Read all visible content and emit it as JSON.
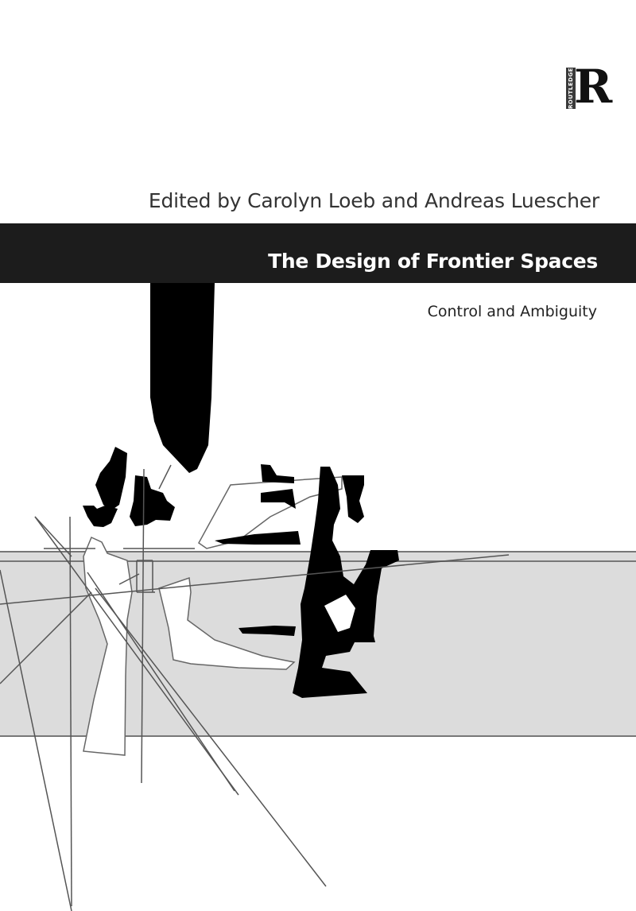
{
  "cover": {
    "publisher_logo": {
      "icon": "routledge-logo-icon",
      "letter": "R",
      "vertical_text": "ROUTLEDGE"
    },
    "editors_line": "Edited by Carolyn Loeb and Andreas Luescher",
    "title": "The Design of Frontier Spaces",
    "subtitle": "Control and Ambiguity",
    "colors": {
      "background": "#ffffff",
      "title_band": "#1c1c1c",
      "title_text": "#ffffff",
      "gray_band": "#dcdcdc",
      "ink": "#000000"
    }
  }
}
